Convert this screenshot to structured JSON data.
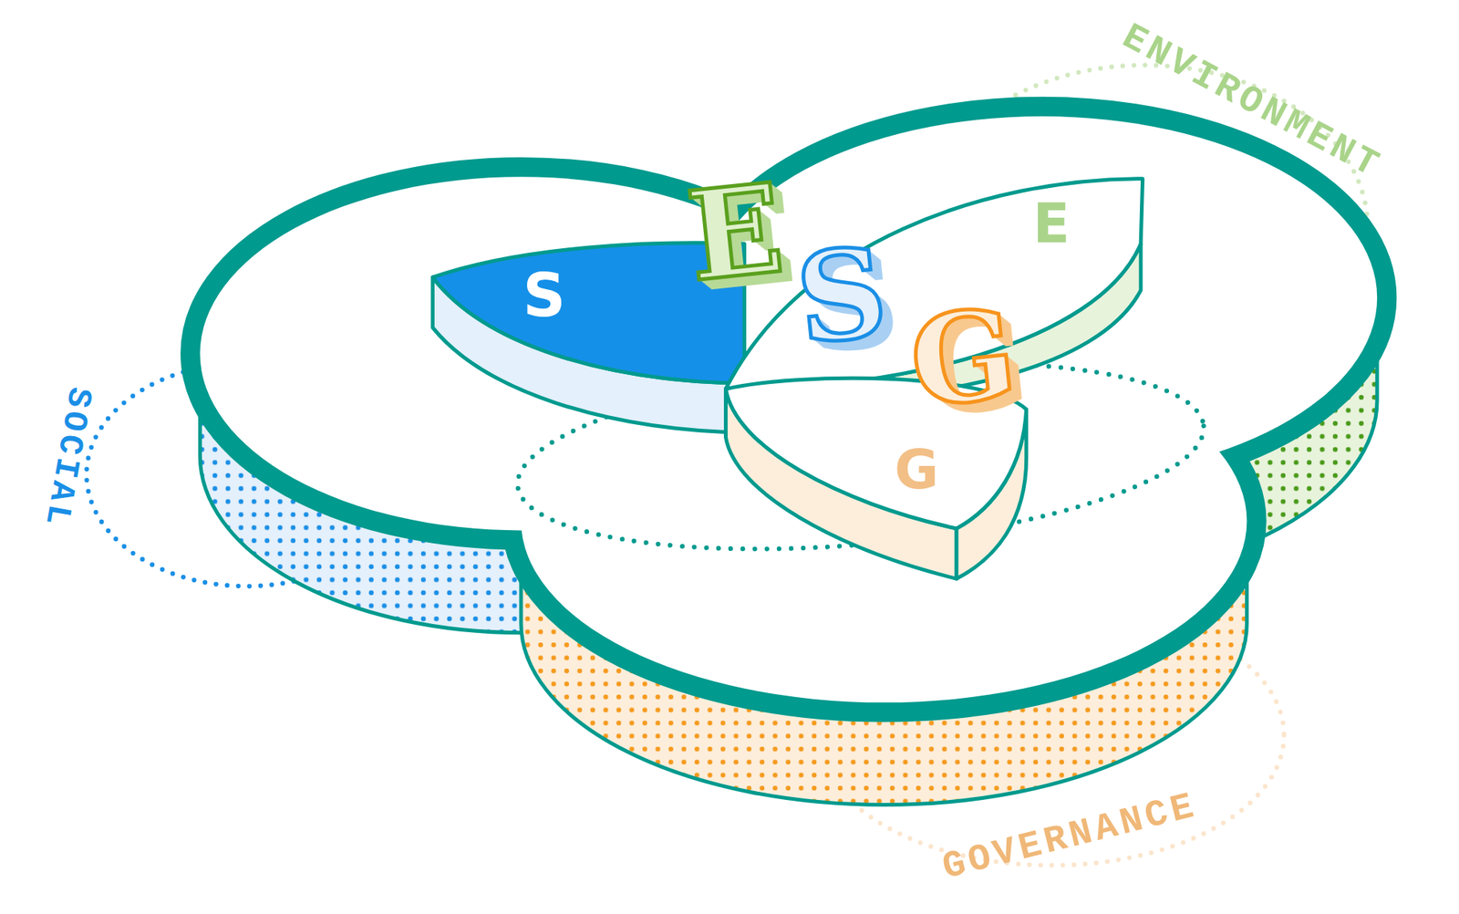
{
  "diagram": {
    "nodes": [
      {
        "text": [
          "S"
        ]
      },
      {
        "text": [
          "E"
        ]
      },
      {
        "text": [
          "G"
        ]
      }
    ],
    "labels": [
      "E",
      "S",
      "G",
      "ENVIRONMENT",
      "SOCIAL",
      "GOVERNANCE"
    ]
  }
}
